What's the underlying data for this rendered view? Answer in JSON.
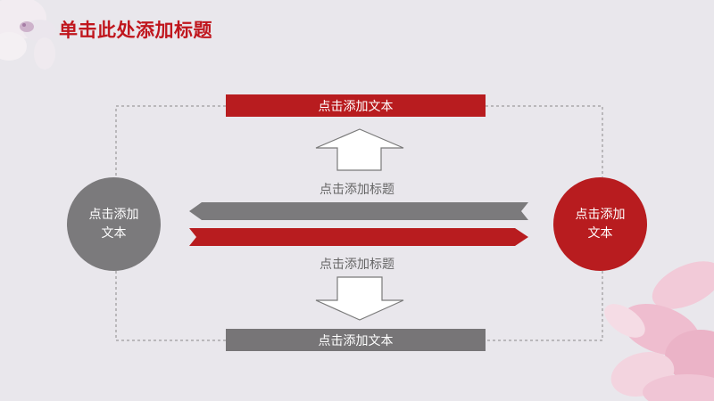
{
  "slide": {
    "title": "单击此处添加标题",
    "top_bar_text": "点击添加文本",
    "bottom_bar_text": "点击添加文本",
    "left_circle_text": "点击添加文本",
    "right_circle_text": "点击添加文本",
    "middle_label_top": "点击添加标题",
    "middle_label_bottom": "点击添加标题"
  },
  "colors": {
    "accent_red": "#b81c1f",
    "gray": "#7b7a7c",
    "background": "#e9e7ec"
  }
}
